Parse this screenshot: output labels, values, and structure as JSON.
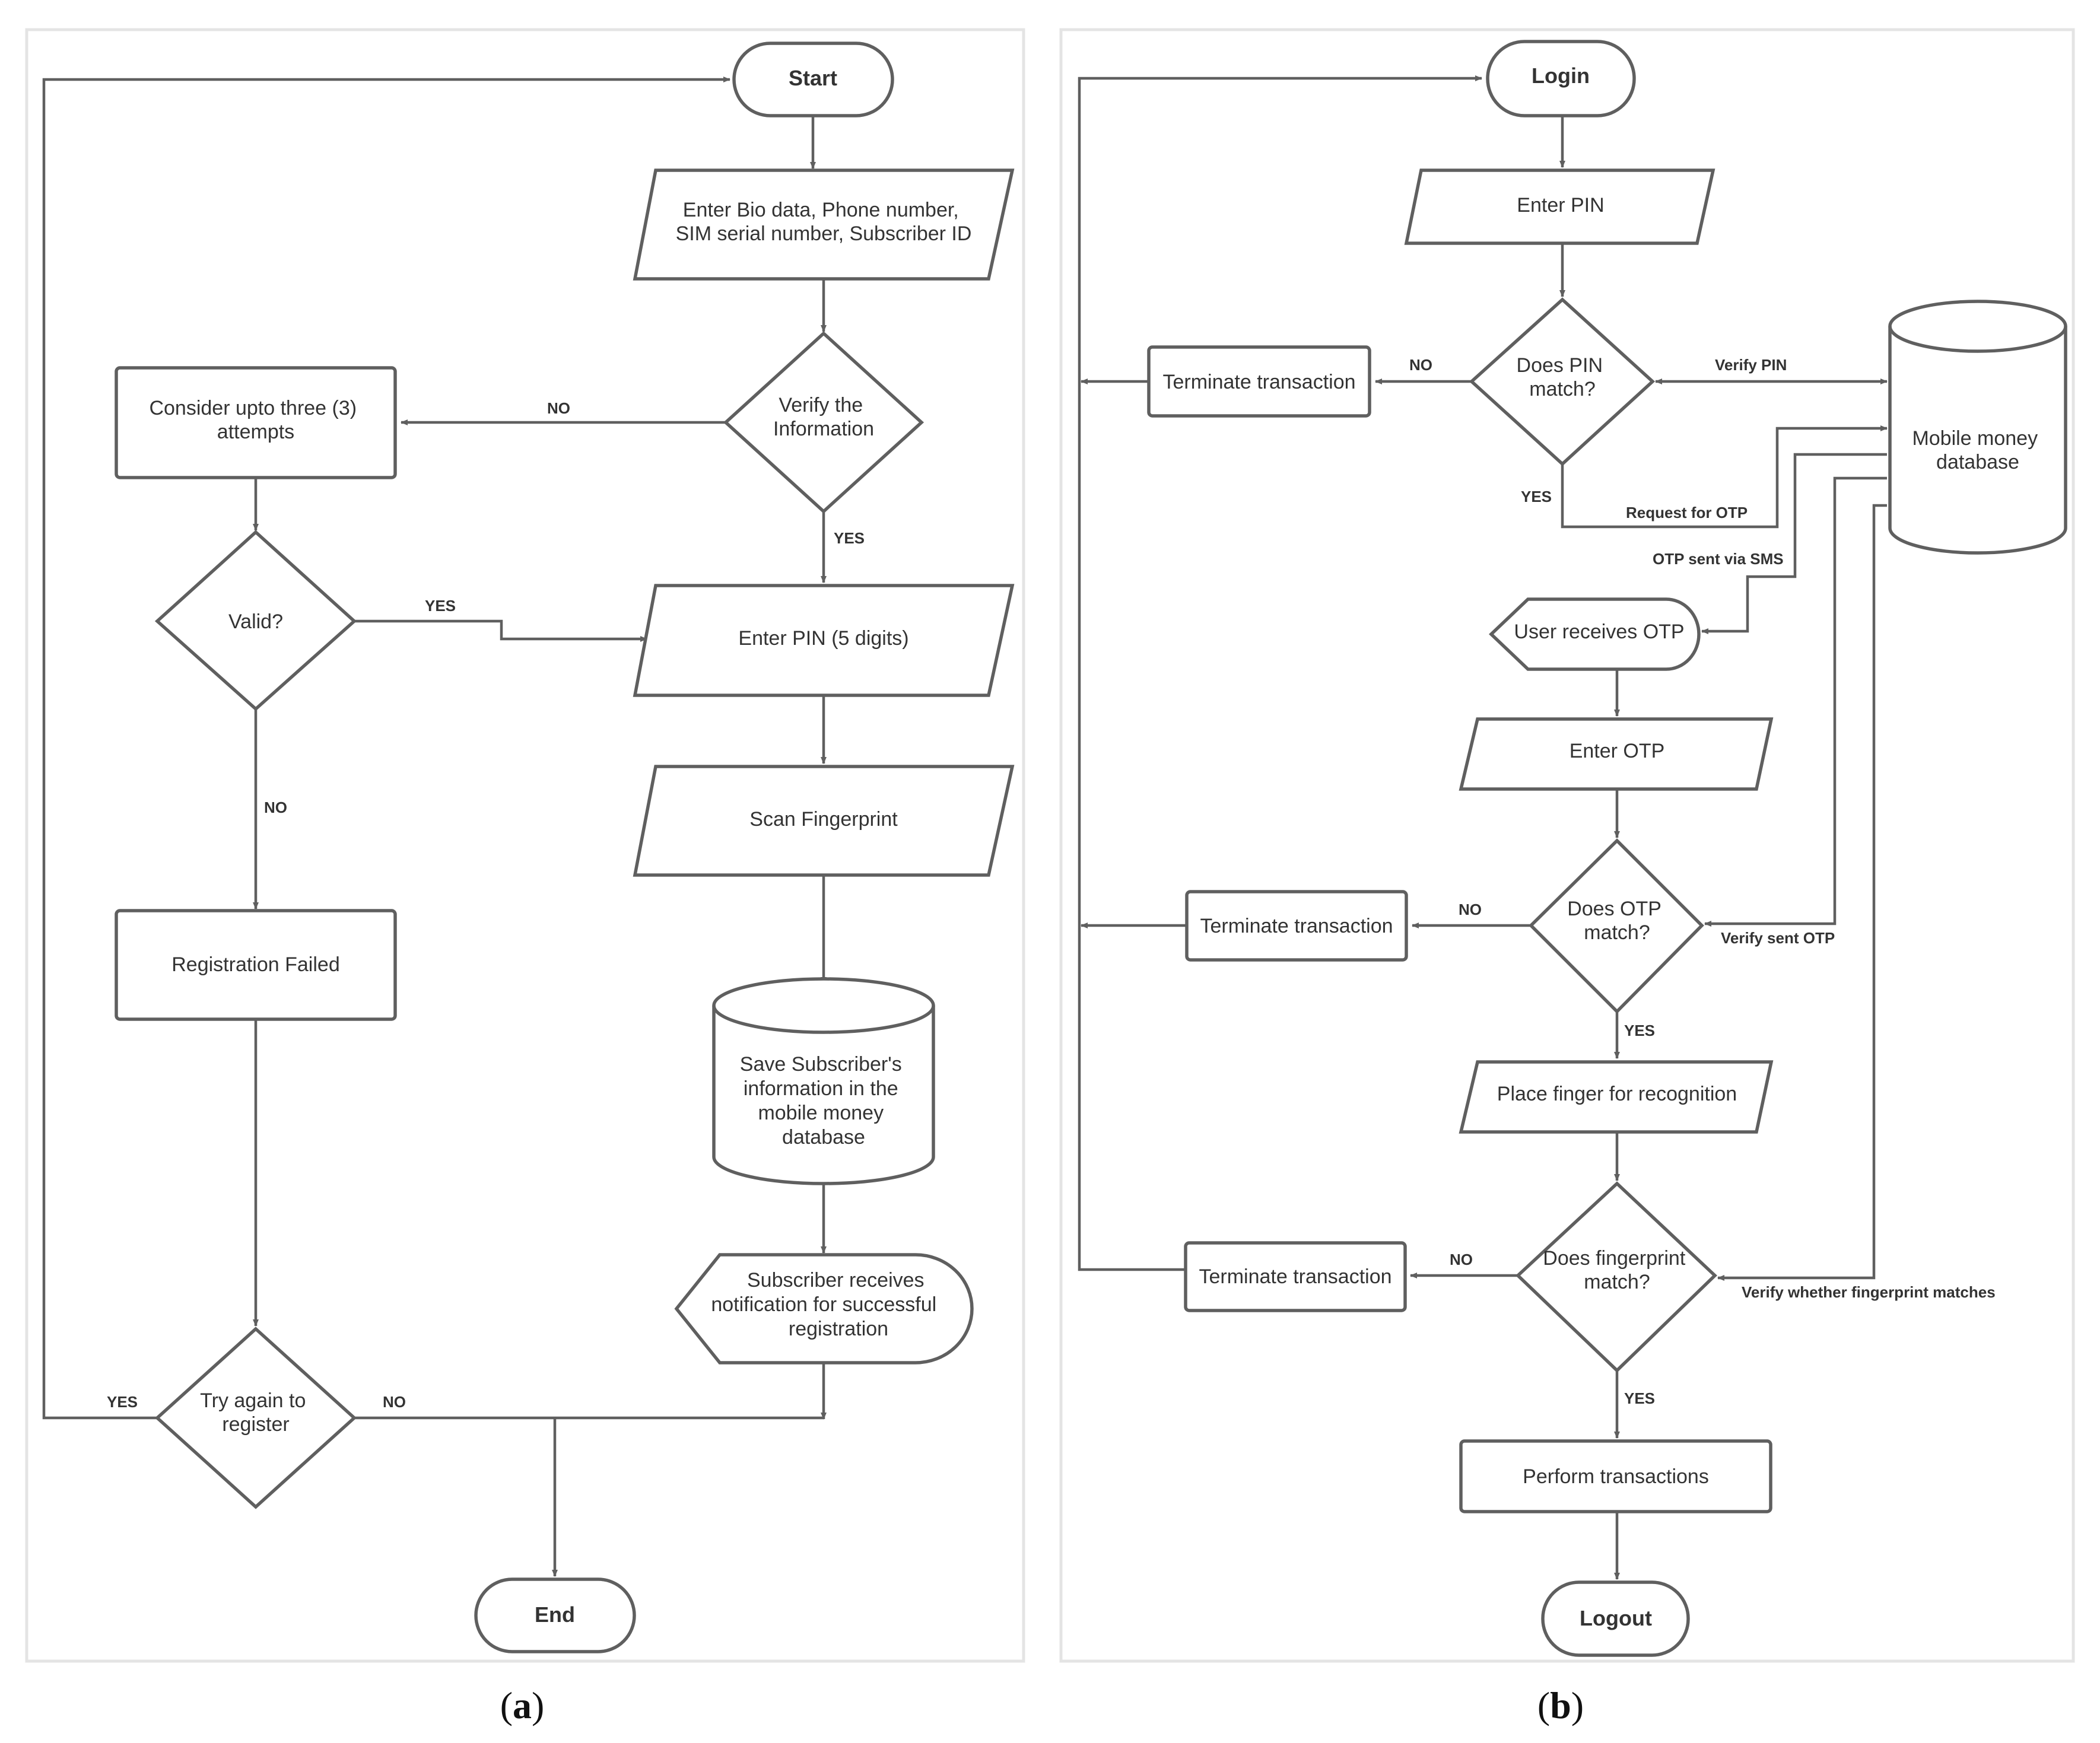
{
  "panel_a": {
    "caption_letter": "a",
    "start": "Start",
    "enter_bio": [
      "Enter Bio data, Phone number,",
      "SIM serial number, Subscriber ID"
    ],
    "verify_info": [
      "Verify the",
      "Information"
    ],
    "consider_attempts": [
      "Consider upto three (3)",
      "attempts"
    ],
    "valid": "Valid?",
    "enter_pin": "Enter PIN (5 digits)",
    "scan_fingerprint": "Scan Fingerprint",
    "registration_failed": "Registration Failed",
    "save_db": [
      "Save Subscriber's",
      "information in the",
      "mobile money",
      "database"
    ],
    "notification": [
      "Subscriber receives",
      "notification for successful",
      "registration"
    ],
    "try_again": [
      "Try again to",
      "register"
    ],
    "end": "End",
    "labels": {
      "verify_no": "NO",
      "verify_yes": "YES",
      "valid_yes": "YES",
      "valid_no": "NO",
      "try_yes": "YES",
      "try_no": "NO"
    }
  },
  "panel_b": {
    "caption_letter": "b",
    "login": "Login",
    "enter_pin": "Enter PIN",
    "pin_match": [
      "Does PIN",
      "match?"
    ],
    "terminate_1": "Terminate transaction",
    "database": [
      "Mobile money",
      "database"
    ],
    "user_receives_otp": "User receives OTP",
    "enter_otp": "Enter OTP",
    "otp_match": [
      "Does OTP",
      "match?"
    ],
    "terminate_2": "Terminate transaction",
    "place_finger": "Place finger for recognition",
    "fingerprint_match": [
      "Does fingerprint",
      "match?"
    ],
    "terminate_3": "Terminate transaction",
    "perform": "Perform transactions",
    "logout": "Logout",
    "labels": {
      "pin_no": "NO",
      "verify_pin": "Verify PIN",
      "pin_yes": "YES",
      "request_otp": "Request for OTP",
      "otp_sent": "OTP sent via SMS",
      "otp_no": "NO",
      "verify_sent_otp": "Verify sent OTP",
      "otp_yes": "YES",
      "fp_no": "NO",
      "verify_fp": "Verify whether fingerprint matches",
      "fp_yes": "YES"
    }
  }
}
